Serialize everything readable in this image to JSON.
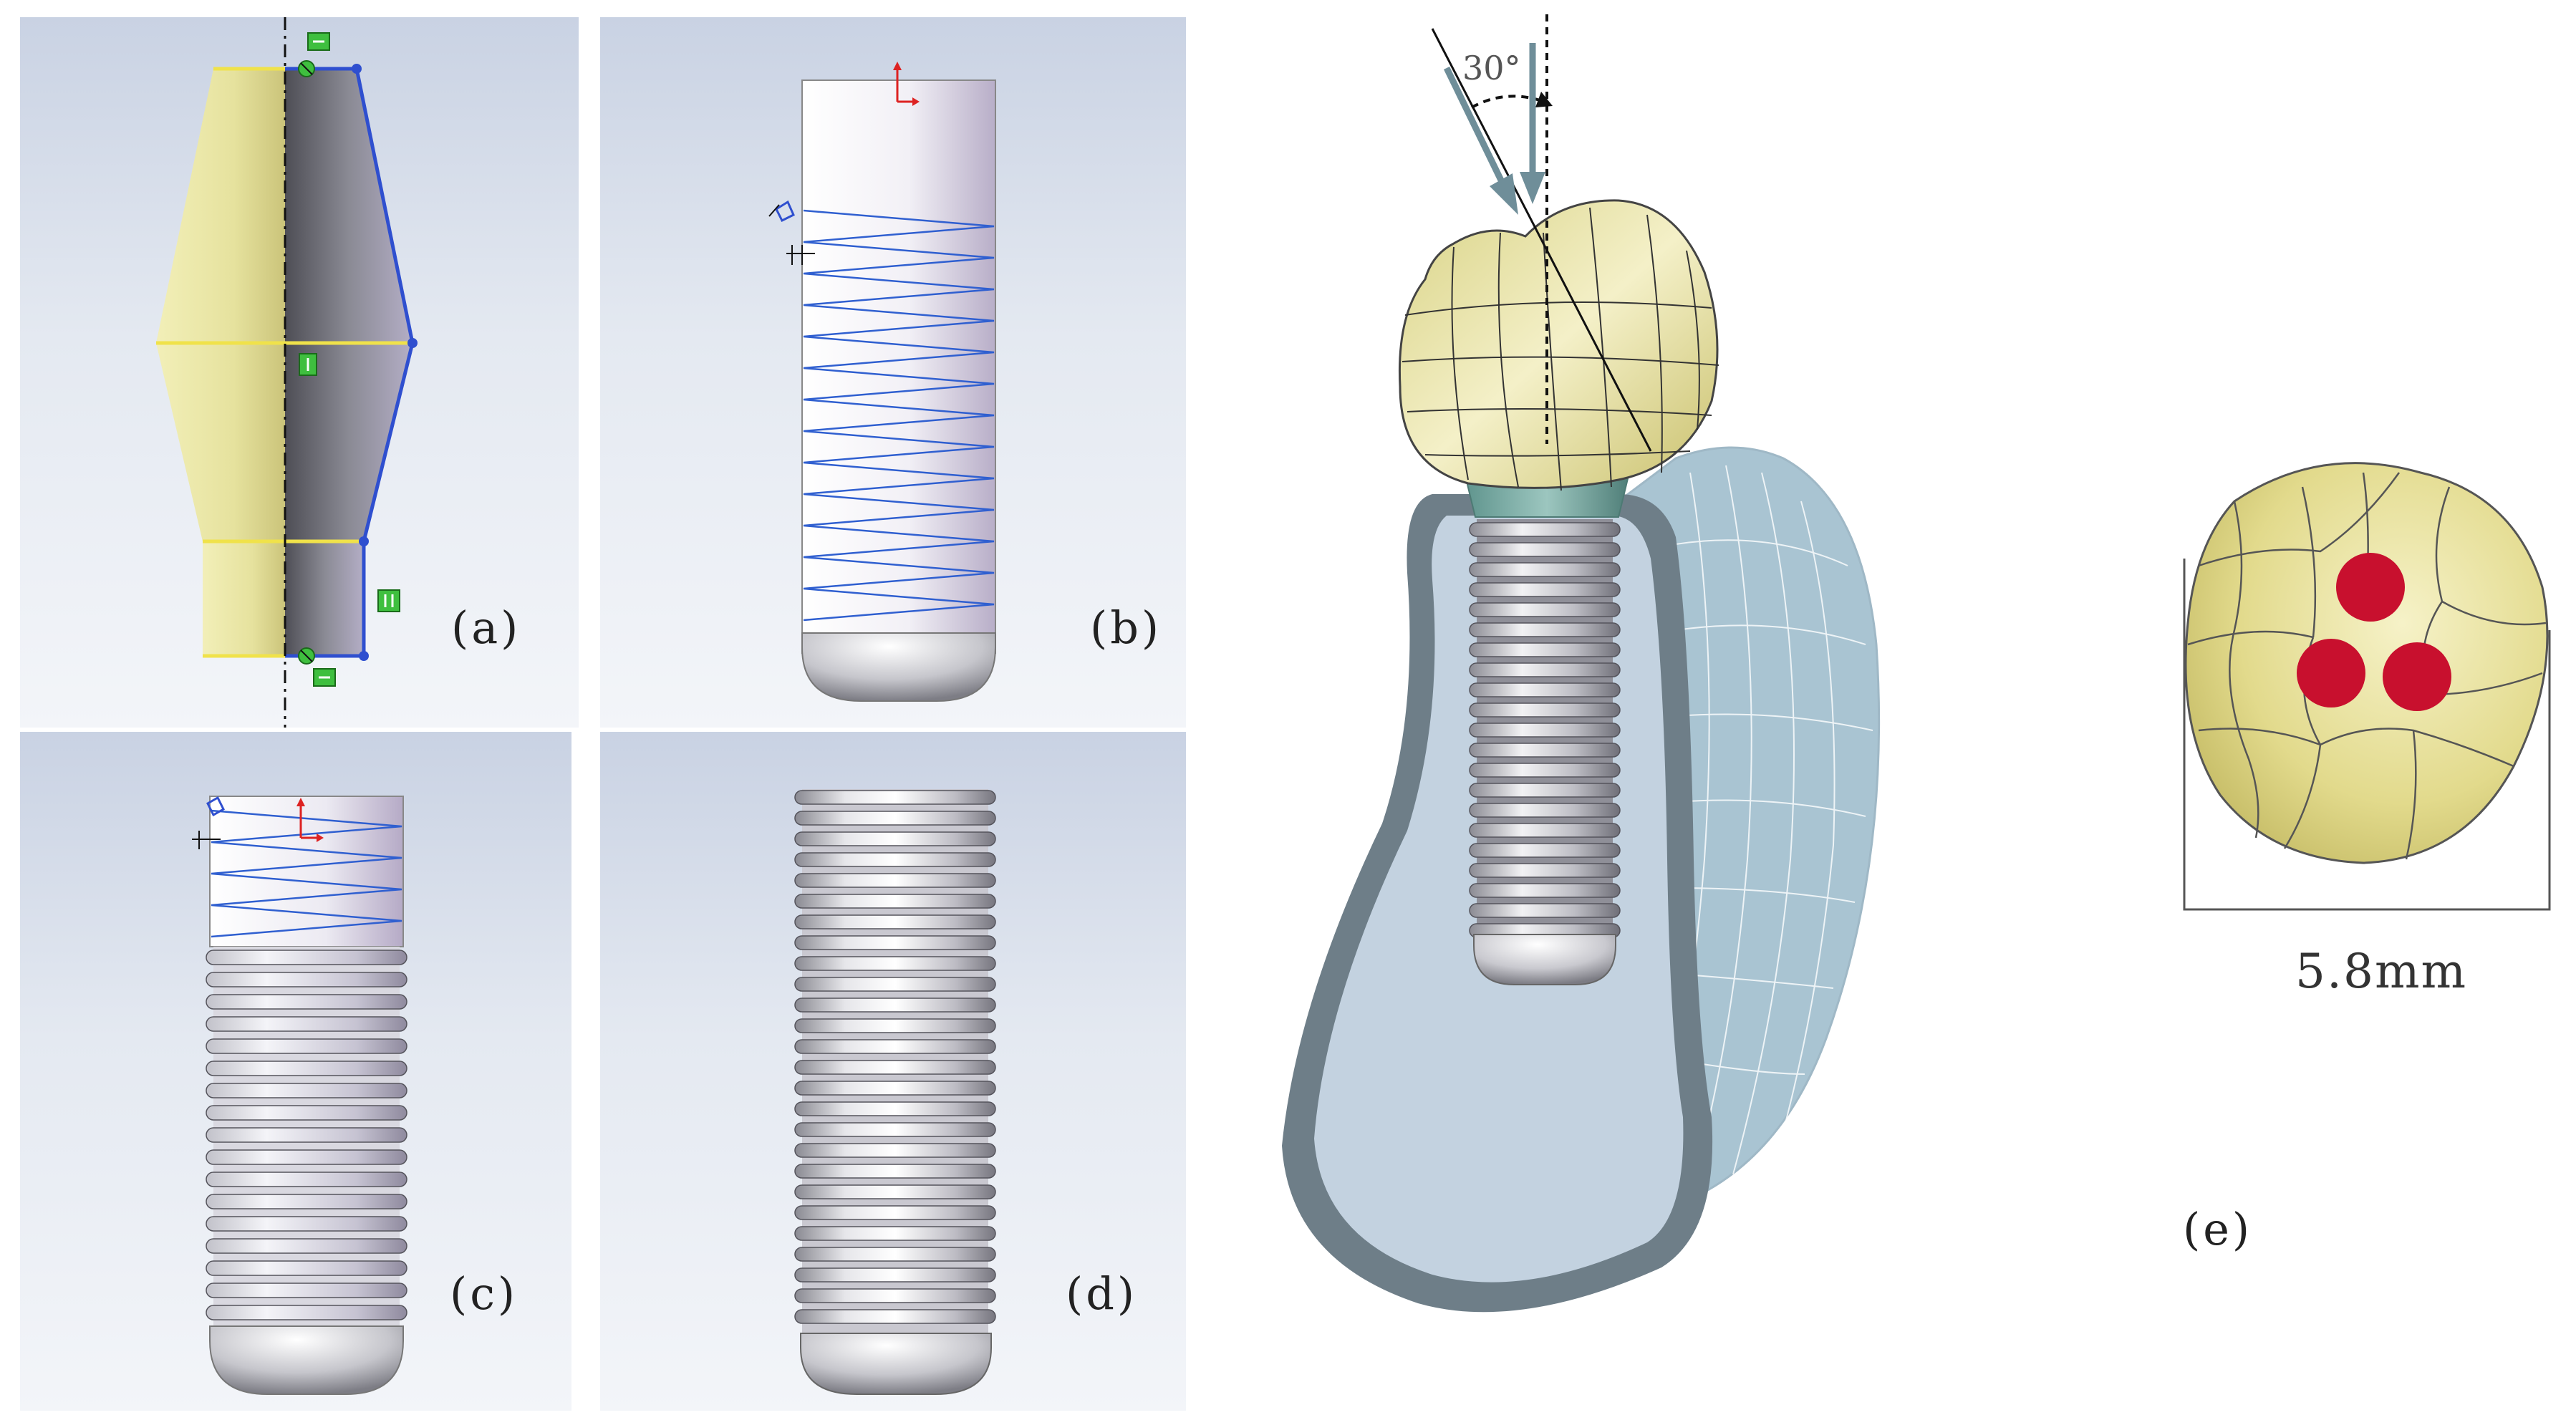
{
  "figure": {
    "panel_labels": {
      "a": "(a)",
      "b": "(b)",
      "c": "(c)",
      "d": "(d)",
      "e": "(e)"
    },
    "loading_angle": "30°",
    "crown_width": "5.8mm",
    "colors": {
      "crown": "#e6e19c",
      "abutment": "#6fa39d",
      "bone_cortical": "#6e7e88",
      "bone_cancellous": "#c3d2e0",
      "soft_tissue": "#a9c4d2",
      "load_point": "#c8102e",
      "sketch_line": "#2f5fd0",
      "constraint_marker": "#3fbf3f"
    },
    "load_point_count": 3
  }
}
